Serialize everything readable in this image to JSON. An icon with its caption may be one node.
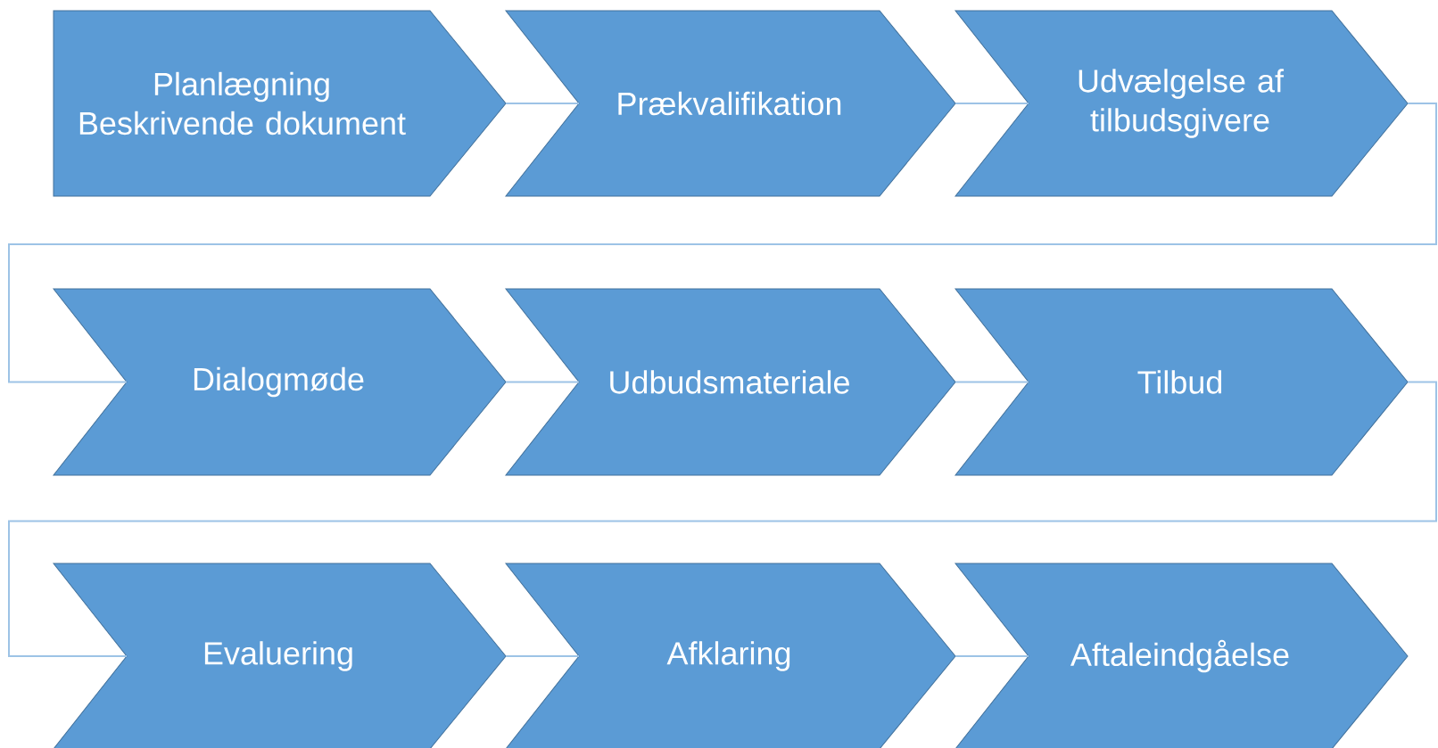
{
  "diagram": {
    "nodes": [
      {
        "text": [
          "Planlægning",
          "Beskrivende dokument"
        ]
      },
      {
        "text": [
          "Prækvalifikation"
        ]
      },
      {
        "text": [
          "Udvælgelse af tilbudsgivere"
        ]
      },
      {
        "text": [
          "Dialogmøde"
        ]
      },
      {
        "text": [
          "Udbudsmateriale"
        ]
      },
      {
        "text": [
          "Tilbud"
        ]
      },
      {
        "text": [
          "Evaluering"
        ]
      },
      {
        "text": [
          "Afklaring"
        ]
      },
      {
        "text": [
          "Aftaleindgåelse"
        ]
      }
    ],
    "edges": [
      {
        "from": 0,
        "to": 1,
        "arrow": "none"
      },
      {
        "from": 1,
        "to": 2,
        "arrow": "none"
      },
      {
        "from": 2,
        "to": 3,
        "arrow": "none"
      },
      {
        "from": 3,
        "to": 4,
        "arrow": "none"
      },
      {
        "from": 4,
        "to": 5,
        "arrow": "none"
      },
      {
        "from": 5,
        "to": 6,
        "arrow": "none"
      },
      {
        "from": 6,
        "to": 7,
        "arrow": "none"
      },
      {
        "from": 7,
        "to": 8,
        "arrow": "none"
      }
    ]
  }
}
